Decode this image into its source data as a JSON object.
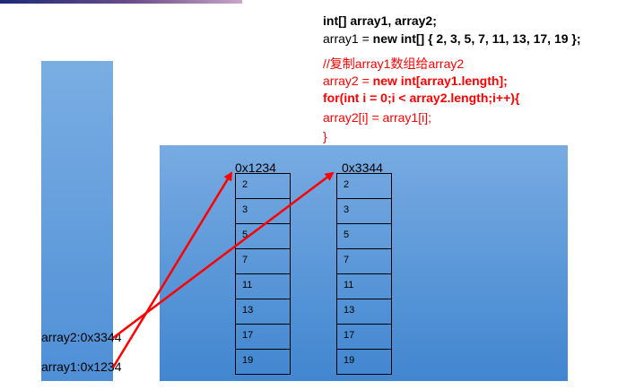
{
  "code": {
    "line1_type": "int[] ",
    "line1_rest": "array1, array2;",
    "line2_a": "array1 = ",
    "line2_new": "new int[] ",
    "line2_b": "{ 2, 3, 5, 7, 11, 13, 17, 19 };",
    "comment": "//复制array1数组给array2",
    "line4_a": "array2 = ",
    "line4_b": "new int[array1.length];",
    "line5": "for(int i = 0;i < array2.length;i++){",
    "line6": "array2[i] = array1[i];",
    "line7": "}"
  },
  "heap": {
    "array1": {
      "address": "0x1234",
      "values": [
        "2",
        "3",
        "5",
        "7",
        "11",
        "13",
        "17",
        "19"
      ]
    },
    "array2": {
      "address": "0x3344",
      "values": [
        "2",
        "3",
        "5",
        "7",
        "11",
        "13",
        "17",
        "19"
      ]
    }
  },
  "stack": {
    "var2": "array2:0x3344",
    "var1": "array1:0x1234"
  },
  "colors": {
    "stack_fill": "#5b9bd5",
    "heap_fill": "#5b9bd5",
    "arrow": "#ff0000",
    "code_highlight": "#ff0000"
  }
}
